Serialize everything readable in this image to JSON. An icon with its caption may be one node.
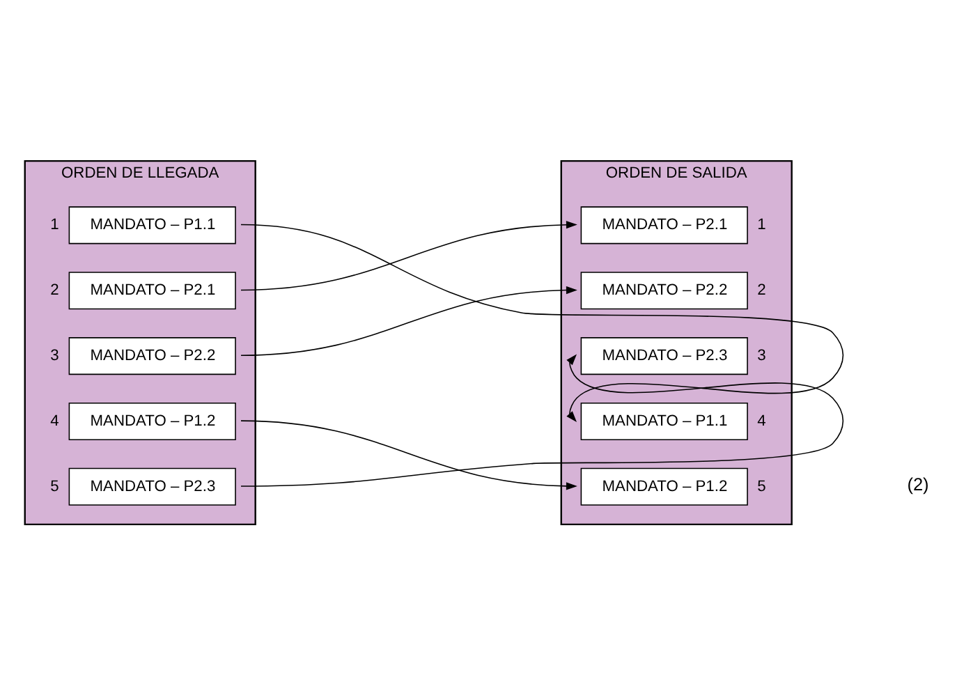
{
  "diagram": {
    "nodes": [
      {
        "text": [
          "ORDEN DE LLEGADA"
        ]
      },
      {
        "text": [
          "MANDATO – P1.1"
        ],
        "in": 0,
        "beside": [
          "1"
        ]
      },
      {
        "text": [
          "MANDATO – P2.1"
        ],
        "in": 0,
        "beside": [
          "2"
        ]
      },
      {
        "text": [
          "MANDATO – P2.2"
        ],
        "in": 0,
        "beside": [
          "3"
        ]
      },
      {
        "text": [
          "MANDATO – P1.2"
        ],
        "in": 0,
        "beside": [
          "4"
        ]
      },
      {
        "text": [
          "MANDATO – P2.3"
        ],
        "in": 0,
        "beside": [
          "5"
        ]
      },
      {
        "text": [
          "ORDEN DE SALIDA"
        ]
      },
      {
        "text": [
          "MANDATO – P2.1"
        ],
        "in": 6,
        "beside": [
          "1"
        ]
      },
      {
        "text": [
          "MANDATO – P2.2"
        ],
        "in": 6,
        "beside": [
          "2"
        ]
      },
      {
        "text": [
          "MANDATO – P2.3"
        ],
        "in": 6,
        "beside": [
          "3"
        ]
      },
      {
        "text": [
          "MANDATO – P1.1"
        ],
        "in": 6,
        "beside": [
          "4"
        ]
      },
      {
        "text": [
          "MANDATO – P1.2"
        ],
        "in": 6,
        "beside": [
          "5"
        ]
      }
    ],
    "edges": [
      {
        "from": 1,
        "to": 10,
        "arrow": "to"
      },
      {
        "from": 2,
        "to": 7,
        "arrow": "to"
      },
      {
        "from": 3,
        "to": 8,
        "arrow": "to"
      },
      {
        "from": 4,
        "to": 11,
        "arrow": "to"
      },
      {
        "from": 5,
        "to": 9,
        "arrow": "to"
      }
    ],
    "labels": [
      "(2)"
    ]
  }
}
